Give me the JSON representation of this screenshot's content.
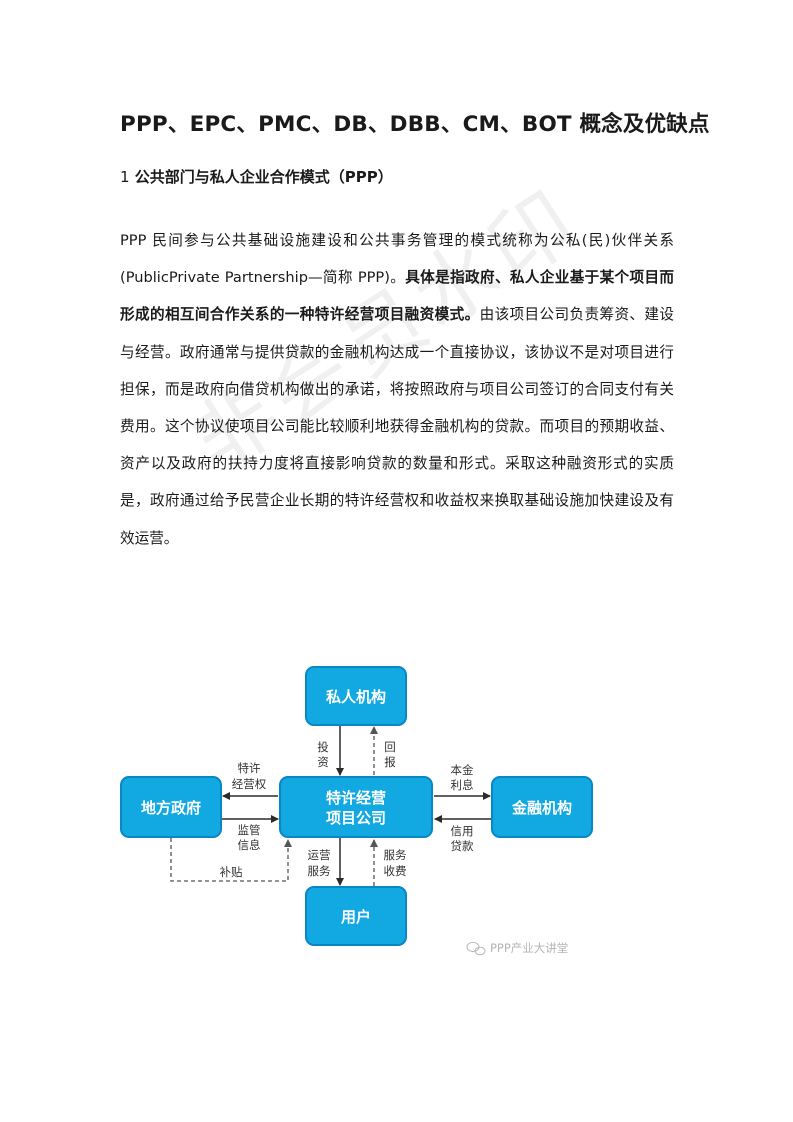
{
  "document": {
    "title": "PPP、EPC、PMC、DB、DBB、CM、BOT 概念及优缺点",
    "section1": {
      "number": "1",
      "heading": "公共部门与私人企业合作模式（PPP）",
      "para_part1": "PPP 民间参与公共基础设施建设和公共事务管理的模式统称为公私(民)伙伴关系(PublicPrivate Partnership—简称 PPP)。",
      "para_bold": "具体是指政府、私人企业基于某个项目而形成的相互间合作关系的一种特许经营项目融资模式。",
      "para_part2": "由该项目公司负责筹资、建设与经营。政府通常与提供贷款的金融机构达成一个直接协议，该协议不是对项目进行担保，而是政府向借贷机构做出的承诺，将按照政府与项目公司签订的合同支付有关费用。这个协议使项目公司能比较顺利地获得金融机构的贷款。而项目的预期收益、资产以及政府的扶持力度将直接影响贷款的数量和形式。采取这种融资形式的实质是，政府通过给予民营企业长期的特许经营权和收益权来换取基础设施加快建设及有效运营。"
    }
  },
  "watermark": "非会员水印",
  "diagram": {
    "nodes": {
      "private": "私人机构",
      "center_line1": "特许经营",
      "center_line2": "项目公司",
      "government": "地方政府",
      "finance": "金融机构",
      "users": "用户"
    },
    "labels": {
      "invest_1": "投",
      "invest_2": "资",
      "return_1": "回",
      "return_2": "报",
      "franchise_1": "特许",
      "franchise_2": "经营权",
      "supervise_1": "监管",
      "supervise_2": "信息",
      "principal_1": "本金",
      "principal_2": "利息",
      "credit_1": "信用",
      "credit_2": "贷款",
      "operate_1": "运营",
      "operate_2": "服务",
      "fee_1": "服务",
      "fee_2": "收费",
      "subsidy": "补贴"
    },
    "footer": "PPP产业大讲堂",
    "colors": {
      "box_fill": "#12a8e2",
      "box_stroke": "#0a86c2",
      "arrow": "#2b2b2b",
      "dashed": "#555555"
    }
  }
}
